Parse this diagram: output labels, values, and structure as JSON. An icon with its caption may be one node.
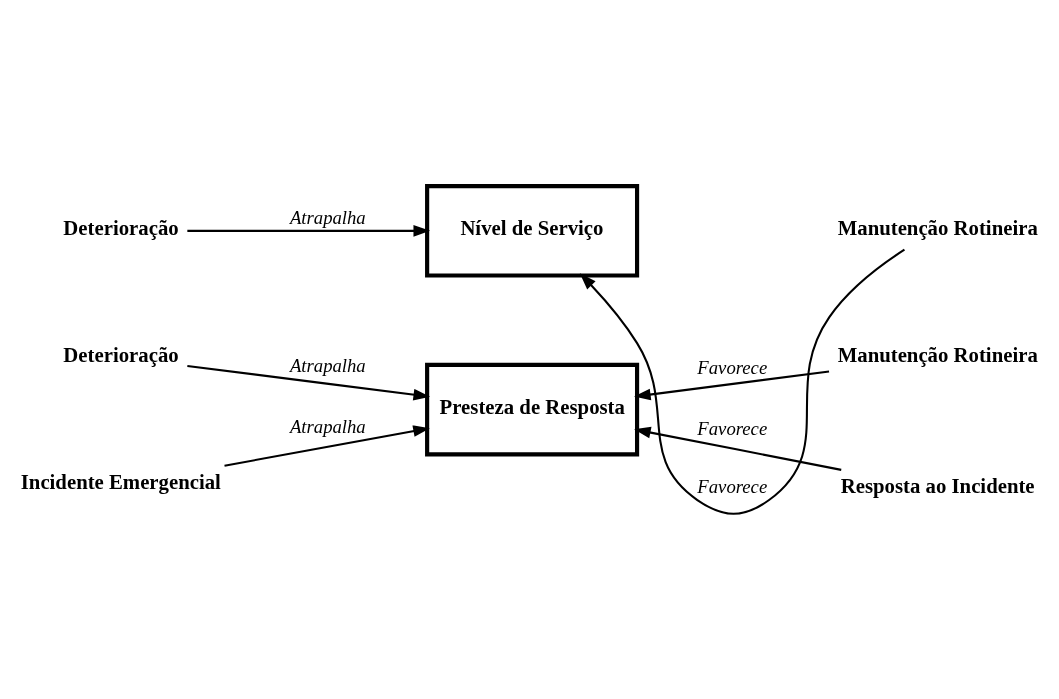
{
  "diagram": {
    "nodes": [
      {
        "text": [
          "Nível de Serviço"
        ]
      },
      {
        "text": [
          "Deterioração"
        ]
      },
      {
        "text": [
          "Manutenção Rotineira"
        ]
      },
      {
        "text": [
          "Presteza de Resposta"
        ]
      },
      {
        "text": [
          "Deterioração"
        ]
      },
      {
        "text": [
          "Incidente Emergencial"
        ]
      },
      {
        "text": [
          "Manutenção Rotineira"
        ]
      },
      {
        "text": [
          "Resposta ao Incidente"
        ]
      }
    ],
    "edges": [
      {
        "from": 1,
        "to": 0,
        "arrow": "to",
        "label": "Atrapalha"
      },
      {
        "from": 2,
        "to": 0,
        "arrow": "to",
        "label": "Favorece"
      },
      {
        "from": 4,
        "to": 3,
        "arrow": "to",
        "label": "Atrapalha"
      },
      {
        "from": 5,
        "to": 3,
        "arrow": "to",
        "label": "Atrapalha"
      },
      {
        "from": 6,
        "to": 3,
        "arrow": "to",
        "label": "Favorece"
      },
      {
        "from": 7,
        "to": 3,
        "arrow": "to",
        "label": "Favorece"
      }
    ]
  }
}
